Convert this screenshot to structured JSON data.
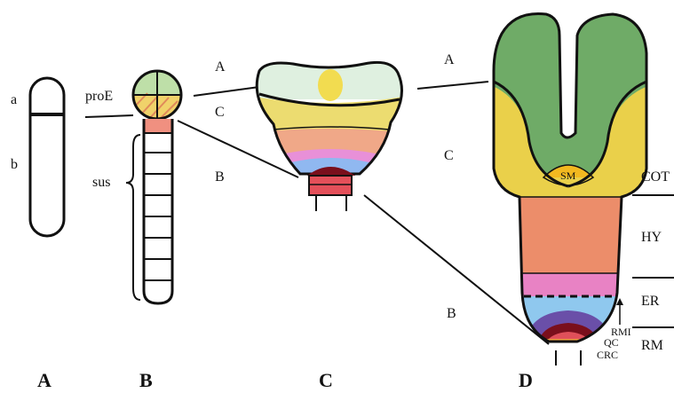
{
  "panels": {
    "A": "A",
    "B": "B",
    "C": "C",
    "D": "D"
  },
  "labels": {
    "a": "a",
    "b": "b",
    "proE": "proE",
    "sus": "sus",
    "region_A": "A",
    "region_C": "C",
    "region_B": "B",
    "sm": "SM",
    "cot": "COT",
    "hy": "HY",
    "er": "ER",
    "rm": "RM",
    "rmi": "RMI",
    "qc": "QC",
    "crc": "CRC"
  },
  "colors": {
    "apical_green": "#6fab67",
    "central_yellow": "#ead04a",
    "hypocotyl_orange": "#ec8d6a",
    "pink": "#e882c4",
    "blue": "#8fc8ee",
    "purple": "#6a4fa8",
    "dark_red": "#7a0f1c",
    "red": "#e0505a",
    "orange": "#f0a040"
  }
}
